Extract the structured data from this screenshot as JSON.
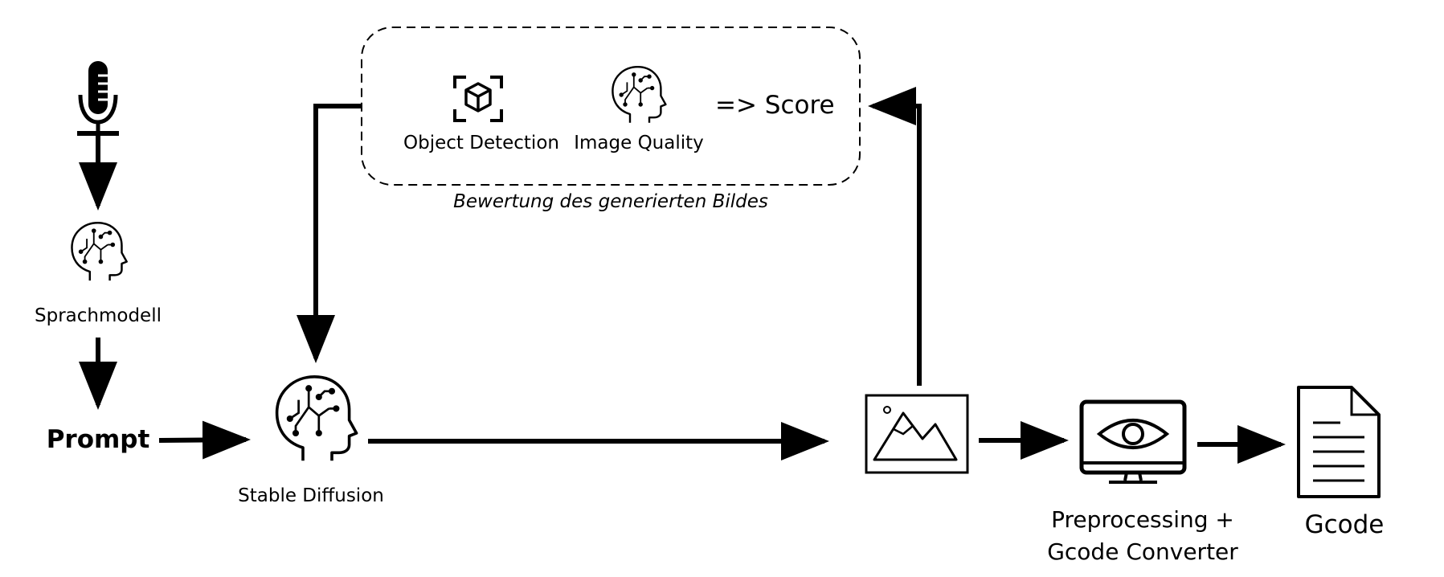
{
  "labels": {
    "sprachmodell": "Sprachmodell",
    "prompt": "Prompt",
    "stable_diffusion": "Stable Diffusion",
    "object_detection": "Object Detection",
    "image_quality": "Image Quality",
    "score": "=>  Score",
    "evaluation_caption": "Bewertung des generierten Bildes",
    "preprocessing_line1": "Preprocessing +",
    "preprocessing_line2": "Gcode Converter",
    "gcode": "Gcode"
  },
  "icons": [
    "microphone-icon",
    "ai-brain-icon",
    "object-detection-icon",
    "image-icon",
    "monitor-eye-icon",
    "document-icon"
  ],
  "colors": {
    "stroke": "#000000",
    "background": "#ffffff"
  }
}
